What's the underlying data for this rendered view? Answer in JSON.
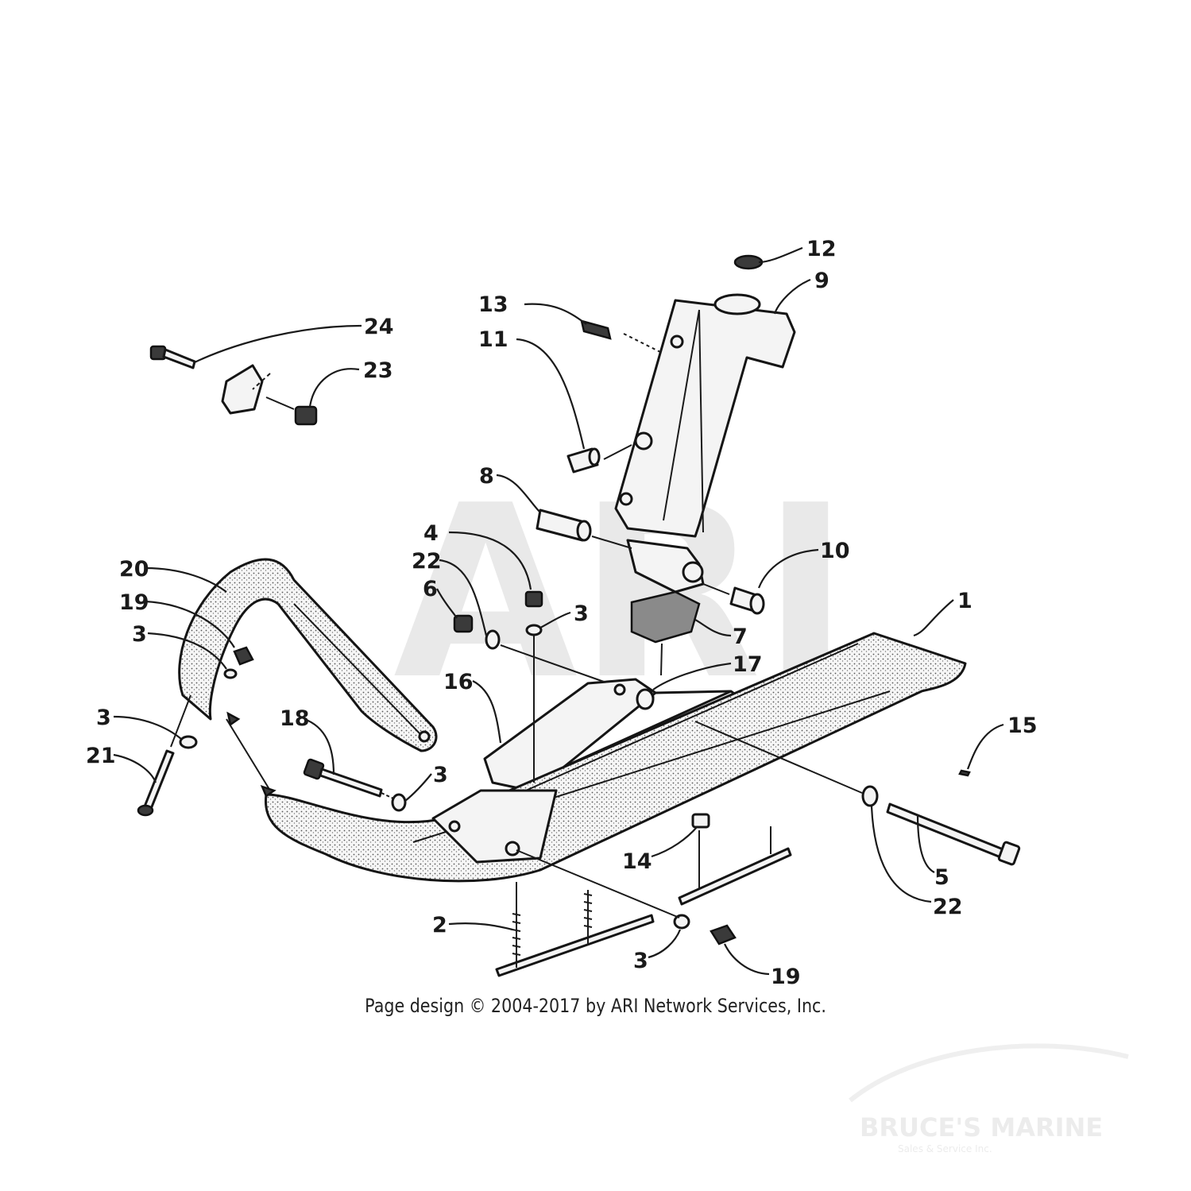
{
  "watermark": {
    "text": "ARI"
  },
  "brand_watermark": {
    "name": "BRUCE'S MARINE",
    "tagline": "Sales & Service Inc."
  },
  "footer": {
    "copyright": "Page design © 2004-2017 by ARI Network Services, Inc."
  },
  "callouts": {
    "c1": "1",
    "c2": "2",
    "c3a": "3",
    "c3b": "3",
    "c3c": "3",
    "c3d": "3",
    "c3e": "3",
    "c4": "4",
    "c5": "5",
    "c6": "6",
    "c7": "7",
    "c8": "8",
    "c9": "9",
    "c10": "10",
    "c11": "11",
    "c12": "12",
    "c13": "13",
    "c14": "14",
    "c15": "15",
    "c16": "16",
    "c17": "17",
    "c18": "18",
    "c19a": "19",
    "c19b": "19",
    "c20": "20",
    "c21": "21",
    "c22a": "22",
    "c22b": "22",
    "c23": "23",
    "c24": "24"
  }
}
